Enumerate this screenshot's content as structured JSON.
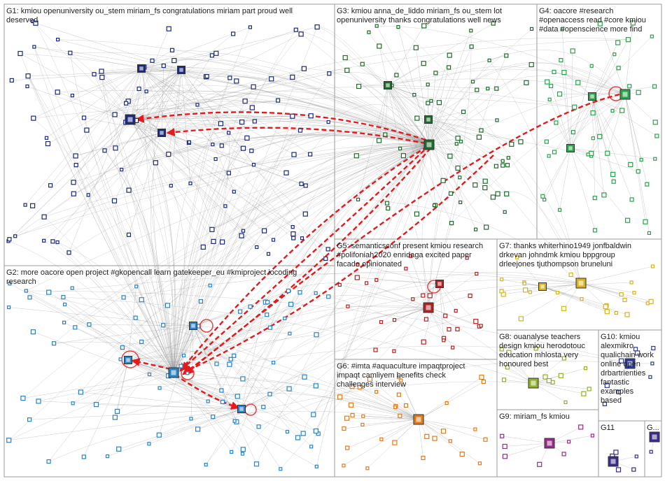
{
  "colors": {
    "edge": "#8c8c8c",
    "highlight_edge": "#e41a1c",
    "box_border": "#9a9a9a",
    "label": "#222222",
    "g1": "#1b2a7a",
    "g2": "#2a83c6",
    "g3": "#1f6b2e",
    "g4": "#2aa34a",
    "g5": "#b22222",
    "g6": "#e07b1a",
    "g7": "#d6b21f",
    "g8": "#8fb02a",
    "g9": "#9a2a8a",
    "g10": "#2a3a9a",
    "g11": "#3a2a8a"
  },
  "groups": [
    {
      "id": "g1",
      "label_lines": [
        "G1: kmiou openuniversity ou_stem miriam_fs congratulations miriam part proud well",
        "deserved"
      ]
    },
    {
      "id": "g2",
      "label_lines": [
        "G2: more oacore open project #gkopencall learn gatekeeper_eu #kmiproject iocoding",
        "research"
      ]
    },
    {
      "id": "g3",
      "label_lines": [
        "G3: kmiou anna_de_liddo miriam_fs ou_stem lot",
        "openuniversity thanks congratulations well news"
      ]
    },
    {
      "id": "g4",
      "label_lines": [
        "G4: oacore #research",
        "#openaccess read #core kmiou",
        "#data #openscience more find"
      ]
    },
    {
      "id": "g5",
      "label_lines": [
        "G5: semanticsconf present kmiou research",
        "#polifoniah2020 enridaga excited paper",
        "facade opinionated"
      ]
    },
    {
      "id": "g6",
      "label_lines": [
        "G6: #imta #aquaculture impaqtproject",
        "impaqt camliyem benefits check",
        "challenges interview"
      ]
    },
    {
      "id": "g7",
      "label_lines": [
        "G7: thanks whiterhino1949 jonfbaldwin",
        "drkevan johndmk kmiou bppgroup",
        "drleejones tjuthompson bruneluni"
      ]
    },
    {
      "id": "g8",
      "label_lines": [
        "G8: ouanalyse teachers",
        "design kmiou herodotouc",
        "education mhlosta very",
        "honoured best"
      ]
    },
    {
      "id": "g9",
      "label_lines": [
        "G9: miriam_fs kmiou"
      ]
    },
    {
      "id": "g10",
      "label_lines": [
        "G10: kmiou",
        "alexmikro",
        "qualichain work",
        "online open",
        "drbartrienties",
        "fantastic",
        "examples",
        "based"
      ]
    },
    {
      "id": "g11",
      "label_lines": [
        "G11"
      ]
    },
    {
      "id": "g12",
      "label_lines": [
        "G..."
      ]
    }
  ]
}
